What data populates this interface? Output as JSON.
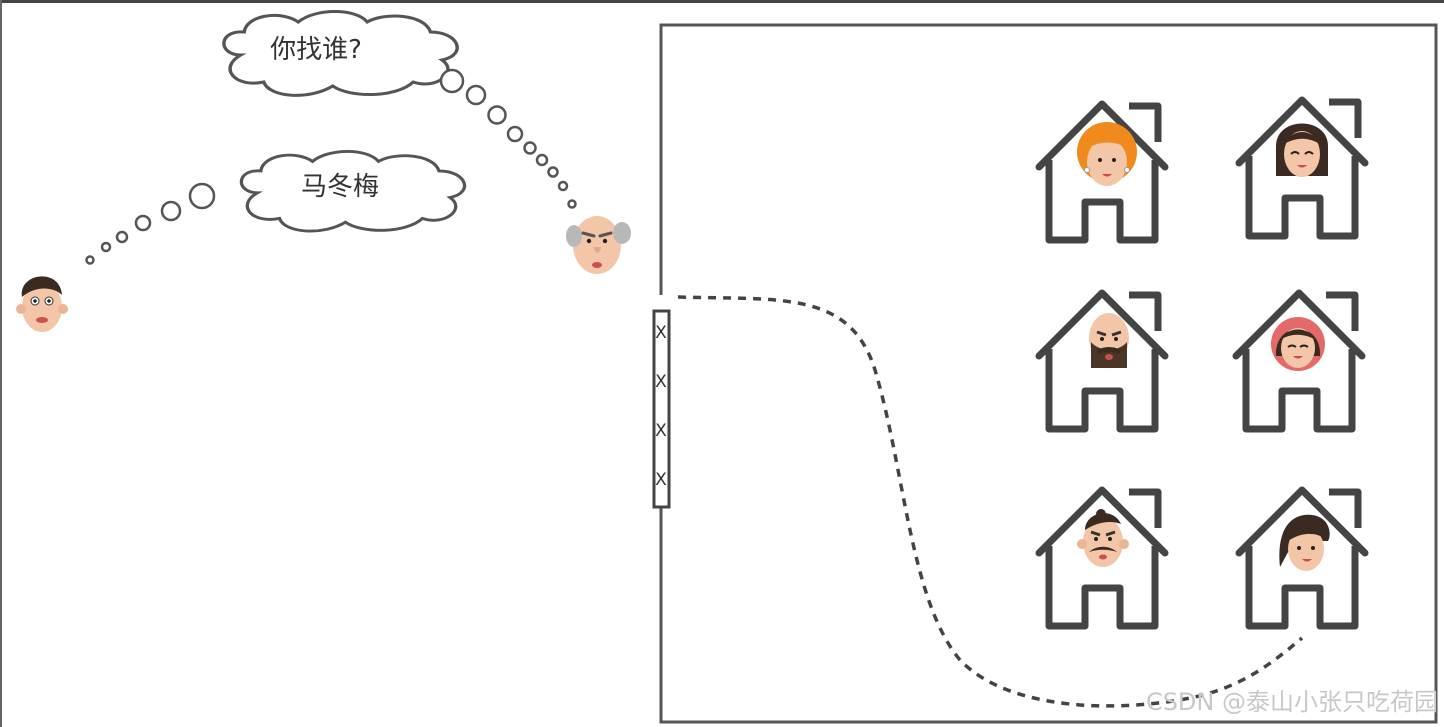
{
  "bubbles": {
    "guard_question": "你找谁?",
    "visitor_answer": "马冬梅"
  },
  "watermark": "CSDN @泰山小张只吃荷园",
  "door_marks": [
    "X",
    "X",
    "X",
    "X"
  ],
  "colors": {
    "line": "#555555",
    "house": "#444444",
    "skin": "#f2c6a6",
    "hair_dark": "#3b2a22",
    "hair_orange": "#f08a1c",
    "pink_bg": "#e46a6a"
  },
  "characters": [
    {
      "id": "visitor",
      "icon": "young-man-face-icon"
    },
    {
      "id": "guard",
      "icon": "old-man-face-icon"
    }
  ],
  "houses": [
    {
      "icon": "house-icon",
      "resident": "orange-haired-woman-face-icon"
    },
    {
      "icon": "house-icon",
      "resident": "dark-haired-woman-face-icon"
    },
    {
      "icon": "house-icon",
      "resident": "bearded-bald-man-face-icon"
    },
    {
      "icon": "house-icon",
      "resident": "smiling-woman-pink-face-icon"
    },
    {
      "icon": "house-icon",
      "resident": "mustached-man-face-icon"
    },
    {
      "icon": "house-icon",
      "resident": "woman-side-part-face-icon"
    }
  ]
}
